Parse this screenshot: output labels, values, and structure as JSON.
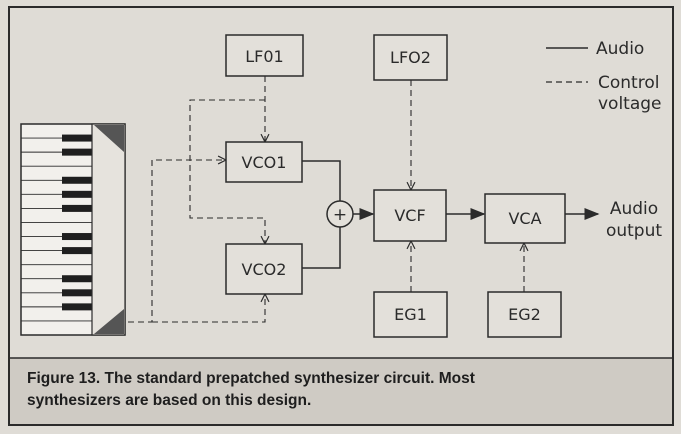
{
  "colors": {
    "panel": "#dfdcd6",
    "caption_band": "#cfcbc4",
    "ink": "#2b2b2b",
    "box_fill": "#e3e0da"
  },
  "blocks": {
    "lfo1": "LF01",
    "lfo2": "LFO2",
    "vco1": "VCO1",
    "vco2": "VCO2",
    "vcf": "VCF",
    "vca": "VCA",
    "eg1": "EG1",
    "eg2": "EG2",
    "mixer": "+"
  },
  "legend": {
    "audio": "Audio",
    "control_line1": "Control",
    "control_line2": "voltage"
  },
  "output": {
    "line1": "Audio",
    "line2": "output"
  },
  "caption": {
    "line1": "Figure 13. The standard prepatched synthesizer circuit. Most",
    "line2": "synthesizers are based on this design."
  }
}
